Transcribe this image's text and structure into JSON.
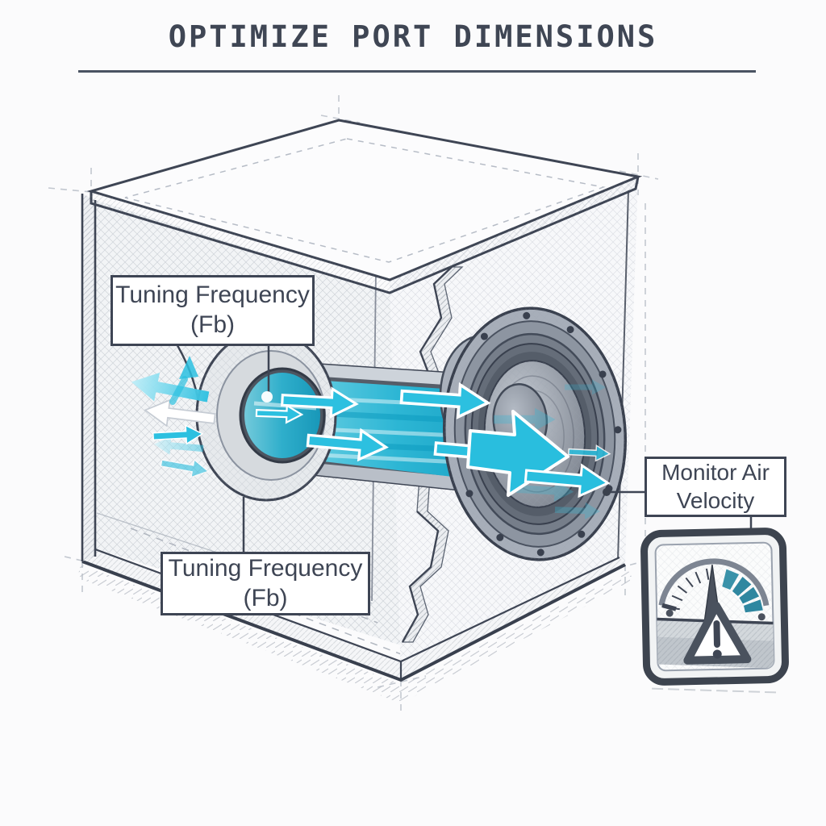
{
  "title": "OPTIMIZE PORT DIMENSIONS",
  "callouts": {
    "tuning_frequency_top": {
      "line1": "Tuning Frequency",
      "line2": "(Fb)"
    },
    "tuning_frequency_bottom": {
      "line1": "Tuning Frequency",
      "line2": "(Fb)"
    },
    "monitor_air_velocity": {
      "line1": "Monitor Air",
      "line2": "Velocity"
    }
  },
  "diagram": {
    "icons": [
      "airflow-arrow-icon",
      "air-velocity-gauge-icon",
      "warning-triangle-icon",
      "speaker-driver-icon",
      "port-tube-icon"
    ],
    "colors": {
      "ink": "#3e4554",
      "flow_cyan": "#2cc0e0",
      "flow_cyan_dark": "#0fa3c8",
      "gauge_teal": "#2f87a0",
      "paper": "#fbfbfc",
      "label_text": "#3e4554"
    }
  }
}
